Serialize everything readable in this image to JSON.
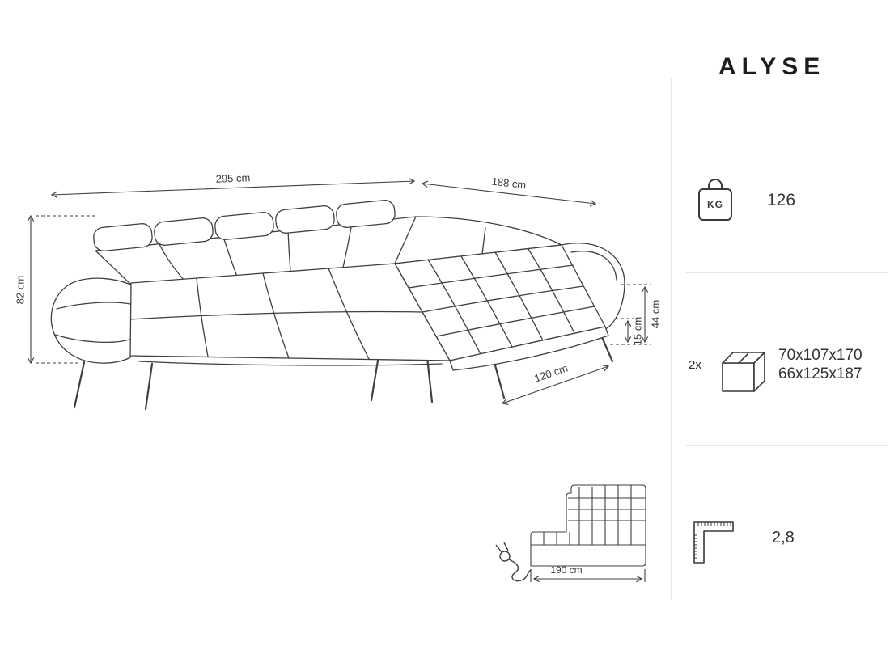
{
  "title": "ALYSE",
  "dims": {
    "back_width": "295 cm",
    "side_depth": "188 cm",
    "height": "82 cm",
    "seat_height": "44 cm",
    "leg_clearance": "15 cm",
    "chaise_width": "120 cm",
    "schematic_width": "190 cm"
  },
  "specs": {
    "kg_badge": "KG",
    "weight": "126",
    "package_count": "2x",
    "package_size_1": "70x107x170",
    "package_size_2": "66x125x187",
    "volume": "2,8"
  },
  "colors": {
    "line": "#3f3f3f",
    "text": "#3a3a3a",
    "title": "#1d1d1d",
    "divider": "#d6d6d6"
  }
}
